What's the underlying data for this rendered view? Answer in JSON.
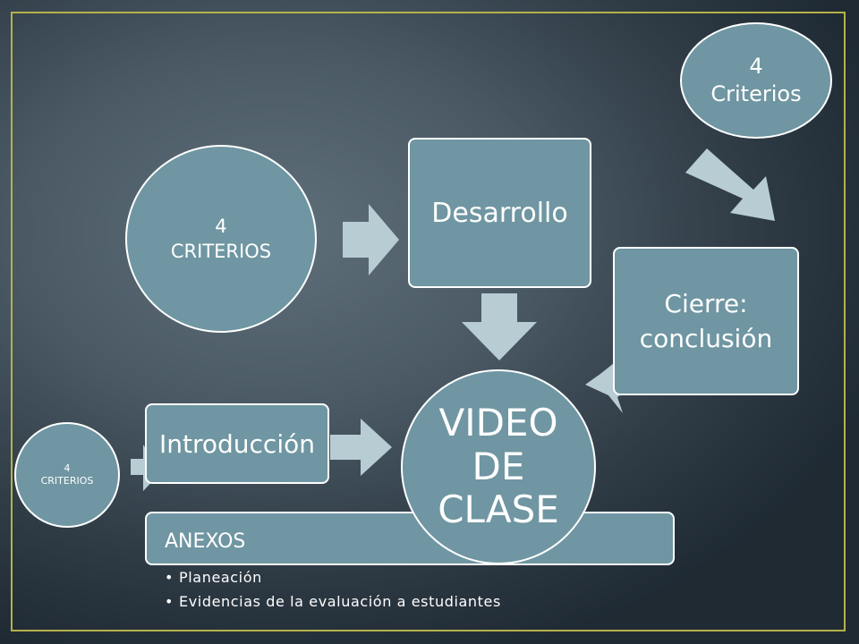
{
  "nodes": {
    "criterios_top": "4\nCriterios",
    "criterios_mid": "4\nCRITERIOS",
    "criterios_small": "4\nCRITERIOS",
    "desarrollo": "Desarrollo",
    "cierre": "Cierre:\nconclusión",
    "introduccion": "Introducción",
    "video": "VIDEO\nDE\nCLASE",
    "anexos": "ANEXOS"
  },
  "anexos_items": [
    "Planeación",
    "Evidencias de la evaluación a estudiantes"
  ],
  "colors": {
    "node_fill": "#6f96a2",
    "arrow_fill": "#b8ccd3",
    "frame": "#b5b24a",
    "text": "#ffffff"
  }
}
